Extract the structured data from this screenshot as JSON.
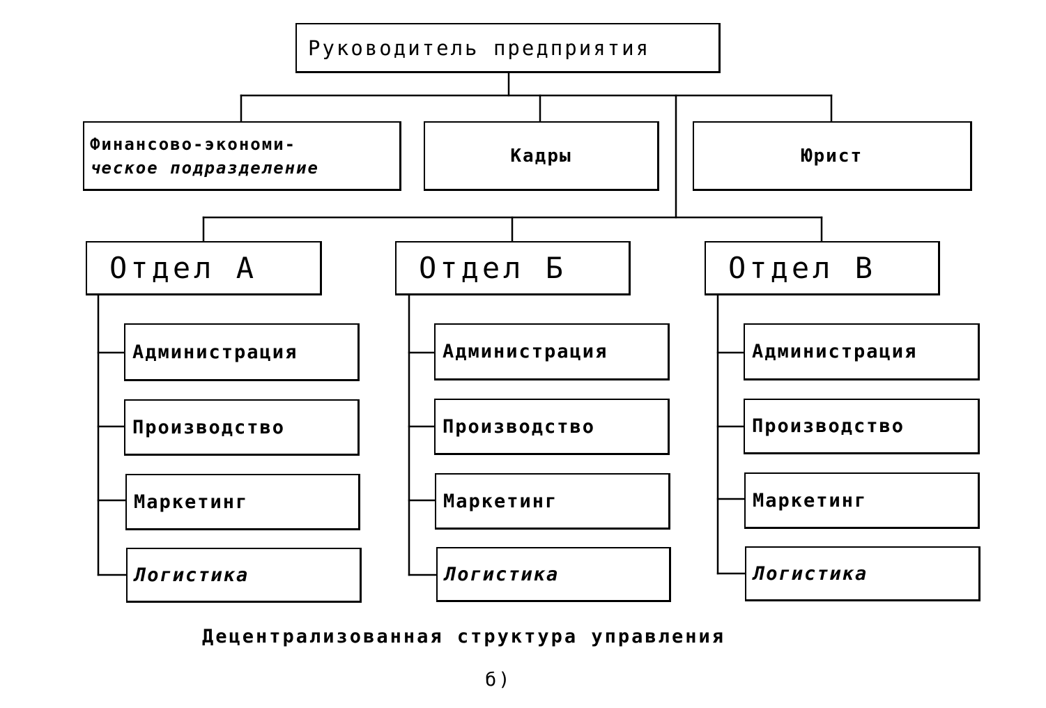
{
  "head": {
    "label": "Руководитель предприятия"
  },
  "staff": {
    "finance": {
      "line1": "Финансово-экономи-",
      "line2": "ческое подразделение"
    },
    "hr": {
      "label": "Кадры"
    },
    "lawyer": {
      "label": "Юрист"
    }
  },
  "departments": [
    {
      "label": "Отдел А",
      "units": [
        "Администрация",
        "Производство",
        "Маркетинг",
        "Логистика"
      ]
    },
    {
      "label": "Отдел Б",
      "units": [
        "Администрация",
        "Производство",
        "Маркетинг",
        "Логистика"
      ]
    },
    {
      "label": "Отдел В",
      "units": [
        "Администрация",
        "Производство",
        "Маркетинг",
        "Логистика"
      ]
    }
  ],
  "caption": {
    "title": "Децентрализованная структура управления",
    "label": "б)"
  }
}
